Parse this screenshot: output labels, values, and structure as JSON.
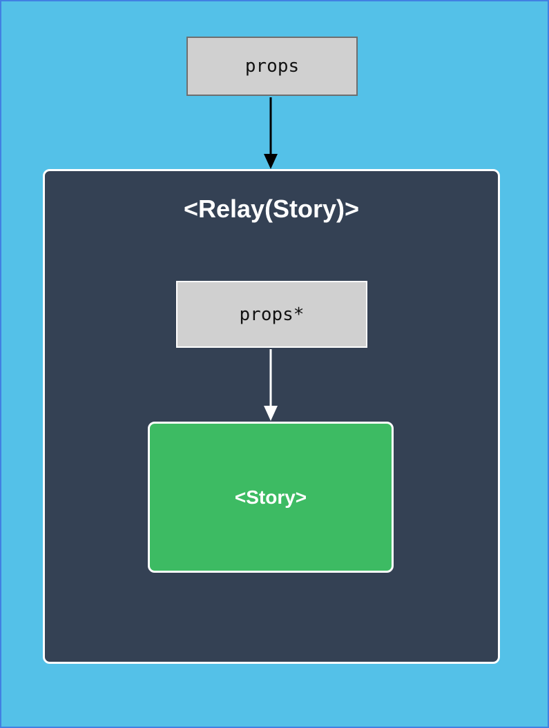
{
  "diagram": {
    "outer_props": {
      "label": "props"
    },
    "relay_container": {
      "title": "<Relay(Story)>"
    },
    "inner_props": {
      "label": "props*"
    },
    "story": {
      "label": "<Story>"
    },
    "arrows": [
      {
        "name": "props-to-relay",
        "color": "#000000"
      },
      {
        "name": "props-star-to-story",
        "color": "#ffffff"
      }
    ]
  },
  "colors": {
    "page_background": "#54c1e8",
    "page_frame_border": "#4180e2",
    "relay_container_fill": "#344154",
    "relay_container_border": "#ffffff",
    "story_fill": "#3dbb63",
    "story_border": "#ffffff",
    "value_box_fill": "#d0d0d0",
    "outer_props_border": "#6e6e6e",
    "inner_props_border": "#ffffff",
    "text_dark": "#111111",
    "text_light": "#ffffff"
  }
}
